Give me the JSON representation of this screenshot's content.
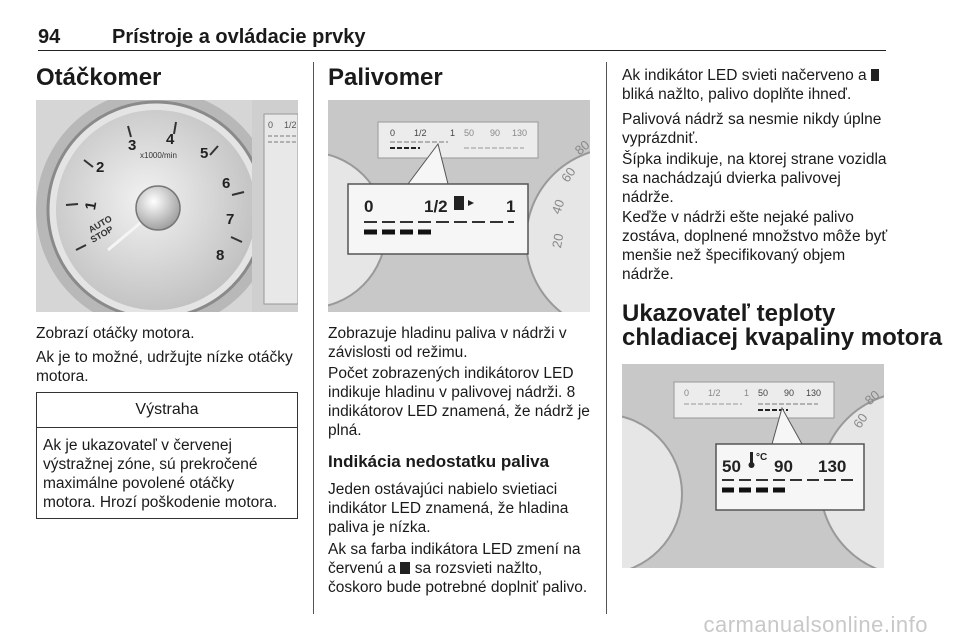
{
  "header": {
    "page_number": "94",
    "chapter": "Prístroje a ovládacie prvky"
  },
  "col1": {
    "heading": "Otáčkomer",
    "gauge": {
      "unit": "x1000/min",
      "ticks": [
        "1",
        "2",
        "3",
        "4",
        "5",
        "6",
        "7",
        "8"
      ],
      "autostop": [
        "AUTO",
        "STOP"
      ],
      "side_labels": [
        "0",
        "1/2"
      ]
    },
    "p1": "Zobrazí otáčky motora.",
    "p2": "Ak je to možné, udržujte nízke otáčky motora.",
    "warning": {
      "title": "Výstraha",
      "body": "Ak je ukazovateľ v červenej výstražnej zóne, sú prekročené maximálne povolené otáčky motora. Hrozí poškodenie motora."
    }
  },
  "col2": {
    "heading": "Palivomer",
    "figure": {
      "top_labels": [
        "0",
        "1/2",
        "1",
        "50",
        "90",
        "130"
      ],
      "zoom_labels": [
        "0",
        "1/2",
        "1"
      ],
      "dial_labels": [
        "40",
        "20",
        "60",
        "80"
      ]
    },
    "p1": "Zobrazuje hladinu paliva v nádrži v závislosti od režimu.",
    "p2": "Počet zobrazených indikátorov LED indikuje hladinu v palivovej nádrži. 8 indikátorov LED znamená, že nádrž je plná.",
    "subheading": "Indikácia nedostatku paliva",
    "p3": "Jeden ostávajúci nabielo svietiaci indikátor LED znamená, že hladina paliva je nízka.",
    "p4_a": "Ak sa farba indikátora LED zmení na červenú a",
    "p4_b": "sa rozsvieti nažlto, čoskoro bude potrebné doplniť palivo."
  },
  "col3": {
    "p1_a": "Ak indikátor LED svieti načerveno a",
    "p1_b": "bliká nažlto, palivo doplňte ihneď.",
    "p2": "Palivová nádrž sa nesmie nikdy úplne vyprázdniť.",
    "p3": "Šípka indikuje, na ktorej strane vozidla sa nachádzajú dvierka palivovej nádrže.",
    "p4": "Keďže v nádrži ešte nejaké palivo zostáva, doplnené množstvo môže byť menšie než špecifikovaný objem nádrže.",
    "heading_line1": "Ukazovateľ teploty",
    "heading_line2": "chladiacej kvapaliny motora",
    "figure": {
      "top_labels": [
        "0",
        "1/2",
        "1",
        "50",
        "90",
        "130"
      ],
      "zoom_labels": [
        "50",
        "90",
        "130"
      ],
      "unit": "°C",
      "dial_labels": [
        "60",
        "80"
      ]
    }
  },
  "watermark": "carmanualsonline.info"
}
